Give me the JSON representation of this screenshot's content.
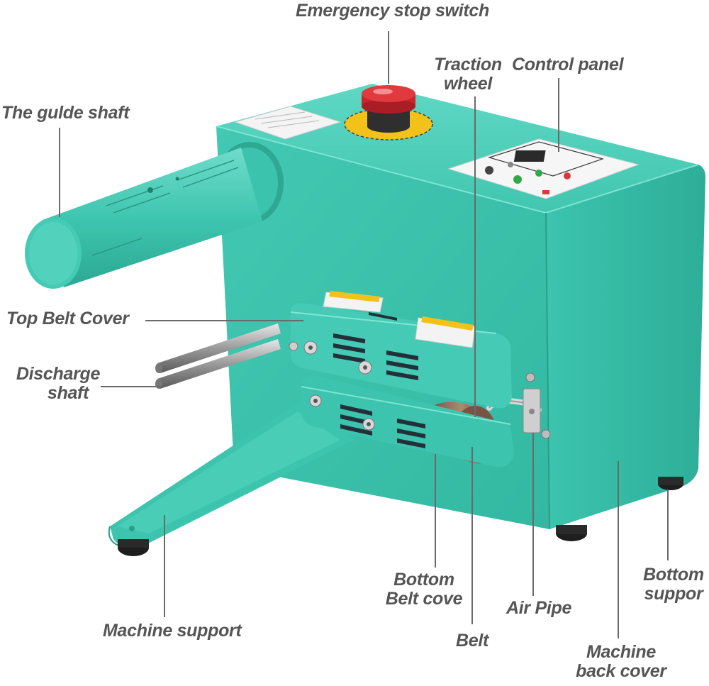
{
  "labels": {
    "emergency_stop_switch": "Emergency stop switch",
    "traction_wheel_line1": "Traction",
    "traction_wheel_line2": "wheel",
    "control_panel": "Control panel",
    "guide_shaft": "The gulde shaft",
    "top_belt_cover": "Top Belt Cover",
    "discharge_shaft_line1": "Discharge",
    "discharge_shaft_line2": "shaft",
    "bottom_belt_cover_line1": "Bottom",
    "bottom_belt_cover_line2": "Belt cove",
    "air_pipe": "Air Pipe",
    "bottom_support_line1": "Bottom",
    "bottom_support_line2": "suppor",
    "machine_support": "Machine support",
    "belt": "Belt",
    "machine_back_cover_line1": "Machine",
    "machine_back_cover_line2": "back cover"
  },
  "colors": {
    "machine_body": "#3fc8b2",
    "machine_dark": "#2aa893",
    "machine_light": "#6ad9c7",
    "stop_button": "#d42a2a",
    "label_text": "#555555",
    "leader_line": "#6a6a6a"
  }
}
